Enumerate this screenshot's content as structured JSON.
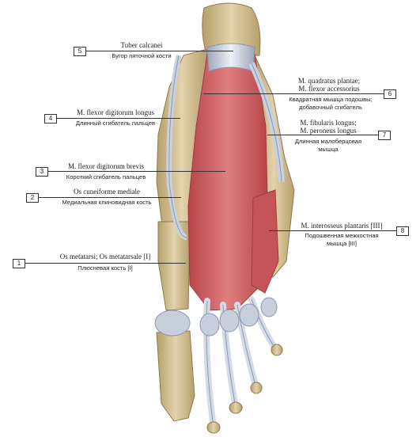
{
  "labels": [
    {
      "num": "1",
      "lat": "Os metatarsi; Os metatarsale [I]",
      "rus": "Плюсневая кость [I]"
    },
    {
      "num": "2",
      "lat": "Os cuneiforme mediale",
      "rus": "Медиальная клиновидная кость"
    },
    {
      "num": "3",
      "lat": "M. flexor digitorum brevis",
      "rus": "Короткий сгибатель пальцев"
    },
    {
      "num": "4",
      "lat": "M. flexor digitorum longus",
      "rus": "Длинный сгибатель пальцев"
    },
    {
      "num": "5",
      "lat": "Tuber calcanei",
      "rus": "Бугор пяточной кости"
    },
    {
      "num": "6",
      "lat1": "M. quadratus plantae;",
      "lat2": "M. flexor accessorius",
      "rus1": "Квадратная мышца подошвы;",
      "rus2": "добавочный сгибатель"
    },
    {
      "num": "7",
      "lat1": "M. fibularis longus;",
      "lat2": "M. peroneus longus",
      "rus1": "Длинная малоберцовая",
      "rus2": "мышца"
    },
    {
      "num": "8",
      "lat": "M. interosseus plantaris [III]",
      "rus1": "Подошвенная межкостная",
      "rus2": "мышца [III]"
    }
  ],
  "colors": {
    "bone": "#d7c39a",
    "bone_dark": "#a8915f",
    "muscle": "#c9565a",
    "muscle_light": "#e0898a",
    "tendon": "#cdd5e2",
    "tendon_dark": "#9aa6ba"
  }
}
